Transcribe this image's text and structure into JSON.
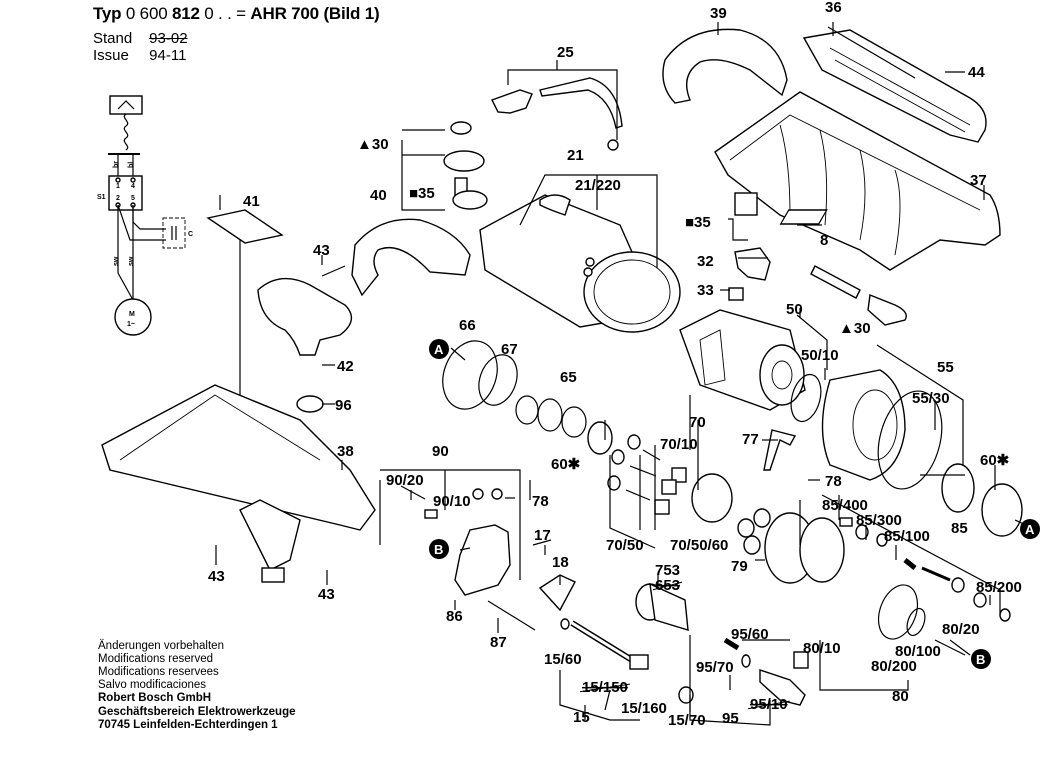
{
  "header": {
    "title_prefix": "Typ",
    "title_number_a": "0 600",
    "title_number_b": "812",
    "title_number_c": "0 . . =",
    "title_model": "AHR  700 (Bild 1)",
    "stand_label": "Stand",
    "stand_value": "93-02",
    "issue_label": "Issue",
    "issue_value": "94-11"
  },
  "footer": {
    "lines": [
      "Änderungen vorbehalten",
      "Modifications reserved",
      "Modifications reservees",
      "Salvo modificaciones"
    ],
    "company": [
      "Robert Bosch GmbH",
      "Geschäftsbereich Elektrowerkzeuge",
      "70745 Leinfelden-Echterdingen 1"
    ]
  },
  "wiring": {
    "switch_label": "S1",
    "terminals": [
      "1",
      "4",
      "2",
      "5"
    ],
    "wire_colors": [
      "br",
      "bl",
      "sw",
      "sw"
    ],
    "capacitor_label": "C",
    "motor_label": "M",
    "motor_phase": "1~"
  },
  "refs": {
    "A": "A",
    "B": "B"
  },
  "parts": {
    "p39": "39",
    "p36": "36",
    "p44": "44",
    "p25": "25",
    "p30a": "▲30",
    "p21": "21",
    "p21_220": "21/220",
    "p35a": "■35",
    "p40": "40",
    "p41": "41",
    "p43a": "43",
    "p35b": "■35",
    "p8": "8",
    "p37": "37",
    "p32": "32",
    "p33": "33",
    "p50": "50",
    "p30b": "▲30",
    "p42": "42",
    "p66": "66",
    "p67": "67",
    "p50_10": "50/10",
    "p55": "55",
    "p55_30": "55/30",
    "p65": "65",
    "p96": "96",
    "p38": "38",
    "p70": "70",
    "p70_10": "70/10",
    "p77": "77",
    "p60a": "60✱",
    "p60b": "60✱",
    "p78a": "78",
    "p78b": "78",
    "p90": "90",
    "p90_20": "90/20",
    "p90_10": "90/10",
    "p85_400": "85/400",
    "p85_300": "85/300",
    "p85_100": "85/100",
    "p85": "85",
    "p17": "17",
    "p18": "18",
    "p70_50": "70/50",
    "p70_50_60": "70/50/60",
    "p79": "79",
    "p85_200": "85/200",
    "p43b": "43",
    "p43c": "43",
    "p86": "86",
    "p753": "753",
    "p653": "653",
    "p87": "87",
    "p95_60": "95/60",
    "p80_20": "80/20",
    "p80_10": "80/10",
    "p80_100": "80/100",
    "p15_60": "15/60",
    "p95_70": "95/70",
    "p80_200": "80/200",
    "p15_150": "15/150",
    "p95_10": "95/10",
    "p80": "80",
    "p15_160": "15/160",
    "p15": "15",
    "p15_70": "15/70",
    "p95": "95"
  }
}
